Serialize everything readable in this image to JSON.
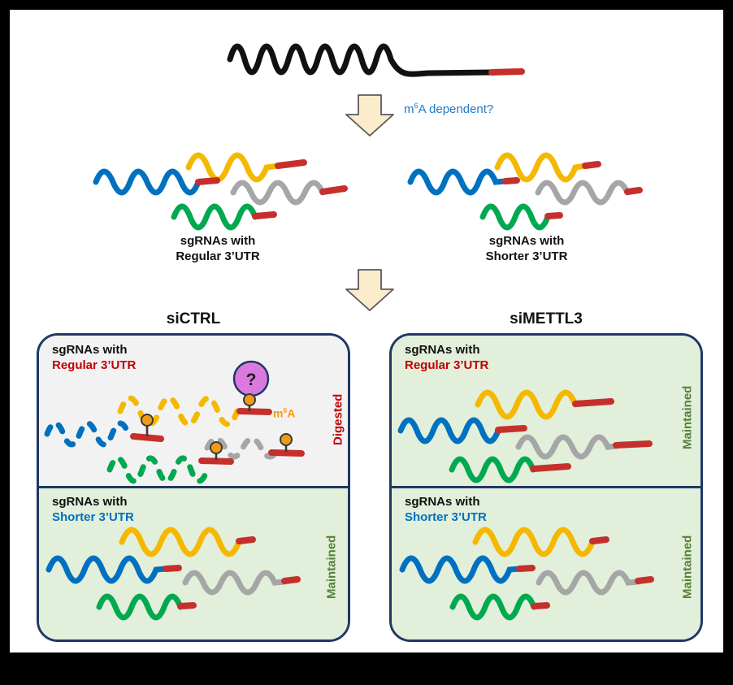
{
  "colors": {
    "strand-black": "#111111",
    "strand-blue": "#0070C0",
    "strand-yellow": "#F5B800",
    "strand-green": "#00A94F",
    "strand-gray": "#A6A6A6",
    "utr-red": "#C5302C",
    "accent-red-text": "#C00000",
    "accent-blue-text": "#0070C0",
    "accent-green-text": "#538135",
    "accent-orange": "#F09B18",
    "question-blue-text": "#2479C2",
    "arrow-fill": "#FBECCB",
    "arrow-stroke": "#595959",
    "box-border": "#1F3864",
    "section-gray-bg": "#F2F2F2",
    "section-green-bg": "#E2EFDA",
    "question-bubble-fill": "#DC79E0"
  },
  "icons": {
    "arrow_down": "block-arrow-down",
    "m6a_mark": "lollipop",
    "question_bubble": "circle-question"
  },
  "top": {
    "question_prefix": "m",
    "question_sup": "6",
    "question_rest": "A dependent?"
  },
  "groups": {
    "regular": {
      "line1": "sgRNAs with",
      "line2": "Regular 3’UTR"
    },
    "shorter": {
      "line1": "sgRNAs with",
      "line2": "Shorter 3’UTR"
    }
  },
  "panels": {
    "sictrl": {
      "title": "siCTRL",
      "top_section": {
        "line1": "sgRNAs with",
        "line2": "Regular 3’UTR",
        "status": "Digested",
        "question_mark": "?",
        "m6a": {
          "prefix": "m",
          "sup": "6",
          "suffix": "A"
        }
      },
      "bottom_section": {
        "line1": "sgRNAs with",
        "line2": "Shorter 3’UTR",
        "status": "Maintained"
      }
    },
    "simettl3": {
      "title": "siMETTL3",
      "top_section": {
        "line1": "sgRNAs with",
        "line2": "Regular 3’UTR",
        "status": "Maintained"
      },
      "bottom_section": {
        "line1": "sgRNAs with",
        "line2": "Shorter 3’UTR",
        "status": "Maintained"
      }
    }
  }
}
